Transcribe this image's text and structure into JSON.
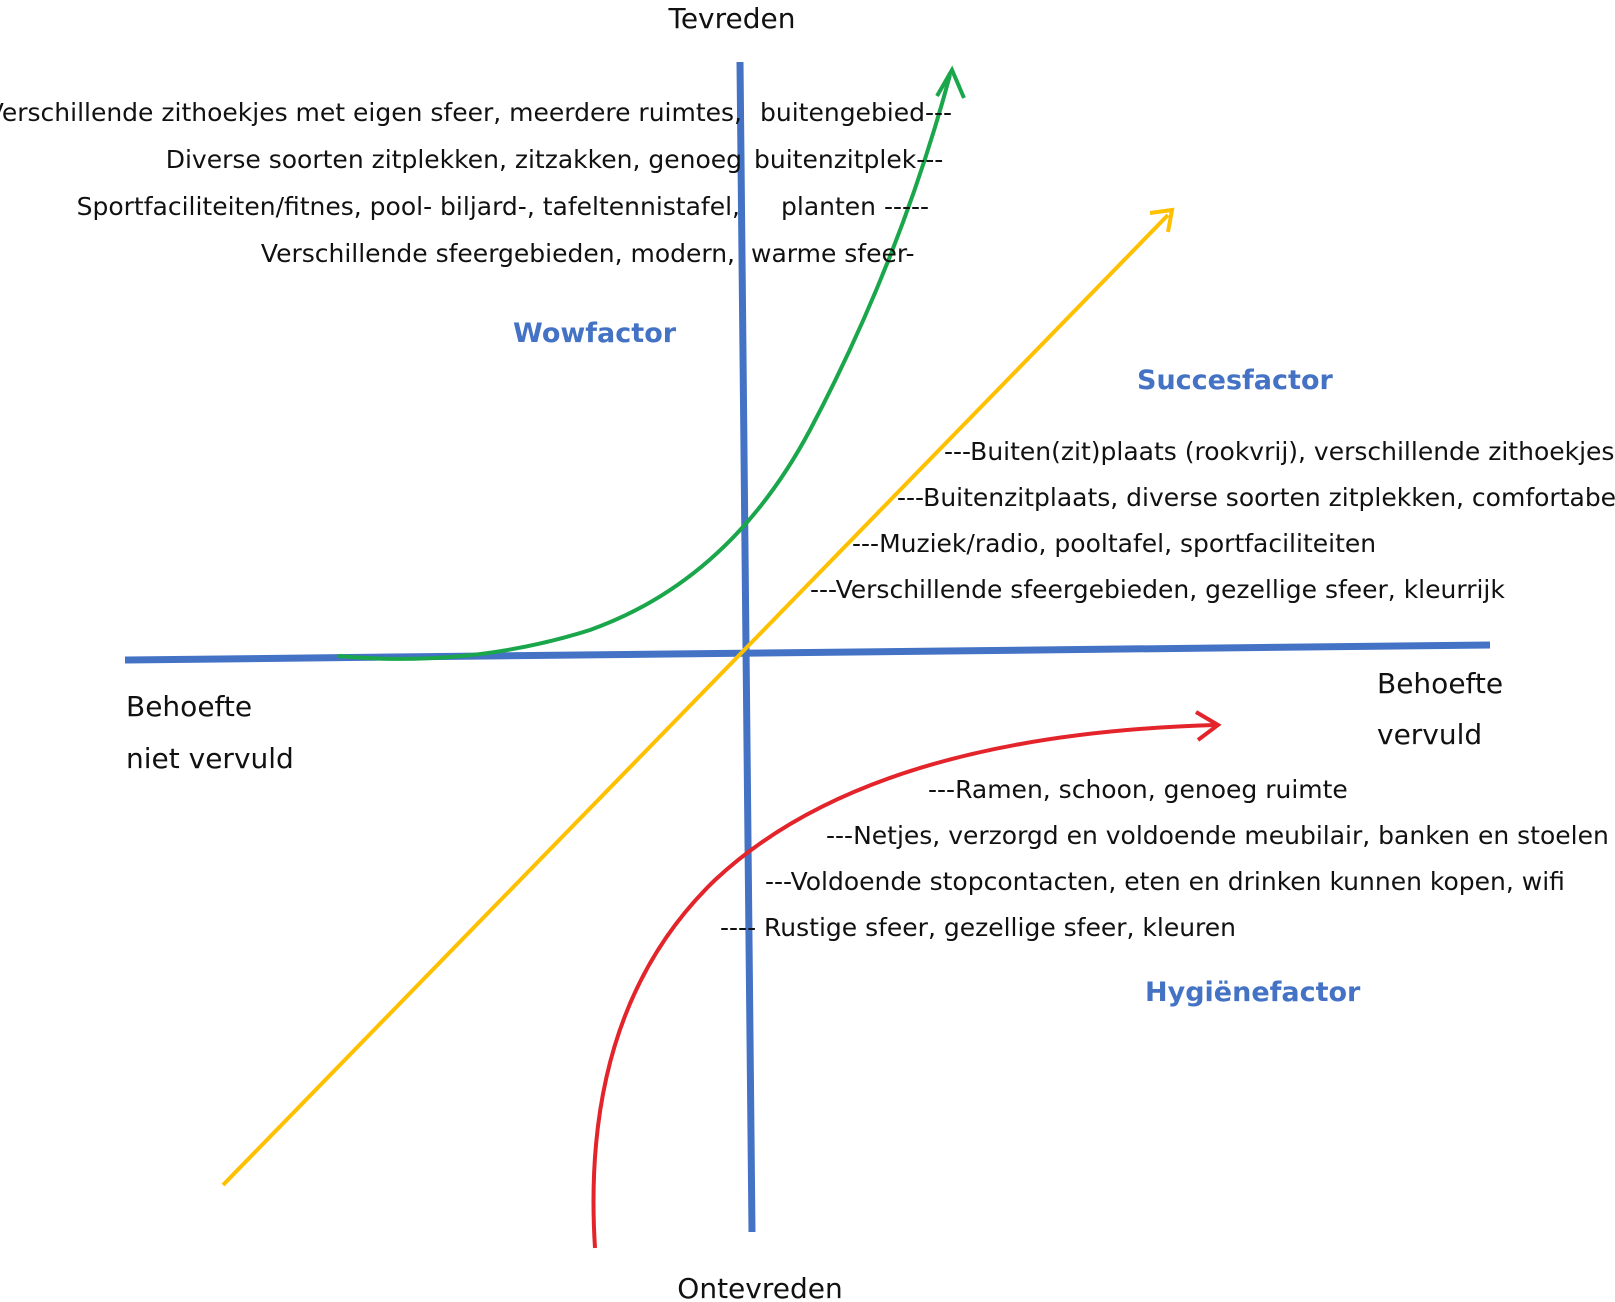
{
  "axes": {
    "top": "Tevreden",
    "bottom": "Ontevreden",
    "left_line1": "Behoefte",
    "left_line2": "niet vervuld",
    "right_line1": "Behoefte",
    "right_line2": "vervuld"
  },
  "factors": {
    "wow": "Wowfactor",
    "succes": "Succesfactor",
    "hygiene": "Hygiënefactor"
  },
  "wow_items": [
    {
      "left": "Verschillende zithoekjes met eigen sfeer, meerdere ruimtes,",
      "right": "buitengebied---"
    },
    {
      "left": "Diverse soorten zitplekken, zitzakken, genoeg",
      "right": "buitenzitplek---"
    },
    {
      "left": "Sportfaciliteiten/fitnes, pool- biljard-, tafeltennistafel,",
      "right": "planten -----"
    },
    {
      "left": "Verschillende sfeergebieden, modern,",
      "right": "warme sfeer-"
    }
  ],
  "succes_items": [
    "---Buiten(zit)plaats (rookvrij), verschillende zithoekjes",
    "---Buitenzitplaats, diverse soorten zitplekken, comfortabel",
    "---Muziek/radio, pooltafel, sportfaciliteiten",
    "---Verschillende sfeergebieden, gezellige sfeer, kleurrijk"
  ],
  "hygiene_items": [
    "---Ramen, schoon, genoeg ruimte",
    "---Netjes, verzorgd en voldoende meubilair, banken en stoelen",
    "---Voldoende stopcontacten, eten en drinken kunnen kopen, wifi",
    "---- Rustige sfeer, gezellige sfeer, kleuren"
  ],
  "colors": {
    "axis_line": "#4472c4",
    "wow_curve": "#1aa64a",
    "succes_line": "#ffc000",
    "hygiene_curve": "#e3242b",
    "factor_label": "#4472c4"
  }
}
